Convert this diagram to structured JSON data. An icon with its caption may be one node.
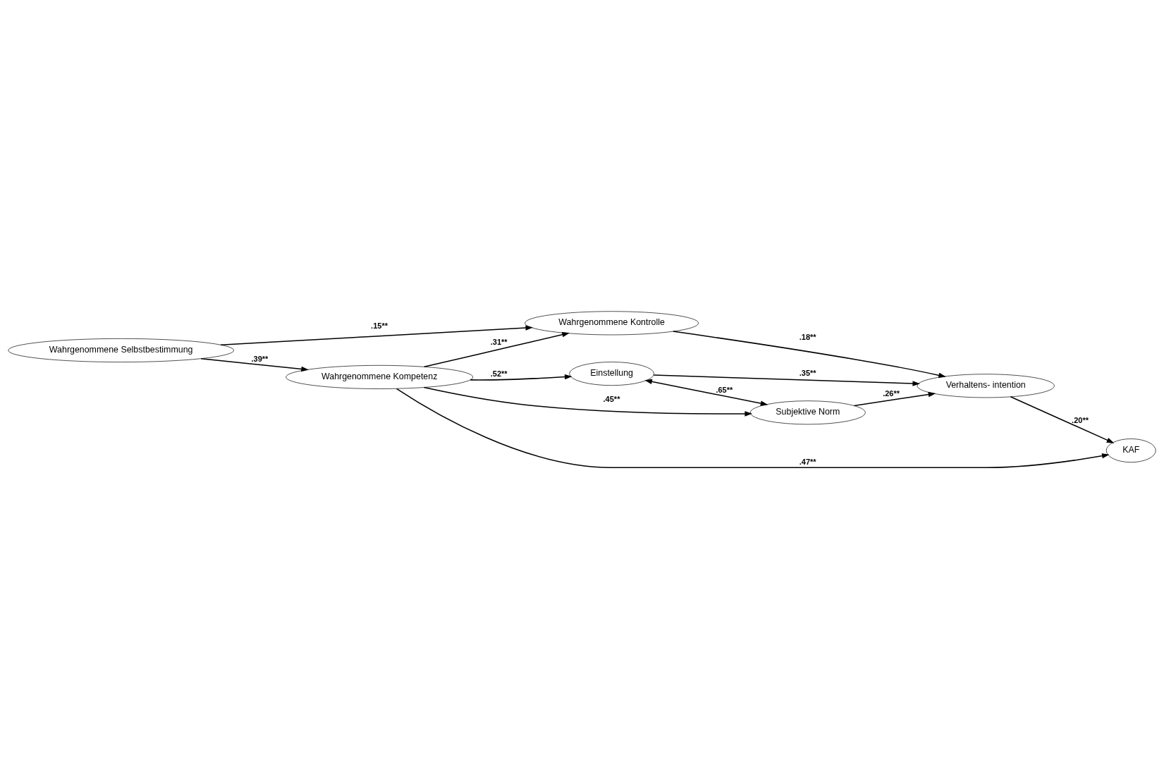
{
  "diagram": {
    "nodes": [
      {
        "text": [
          "Einstellung"
        ]
      },
      {
        "text": [
          "Wahrgenommene Selbstbestimmung"
        ]
      },
      {
        "text": [
          "Subjektive Norm"
        ]
      },
      {
        "text": [
          "Verhaltens- intention"
        ]
      },
      {
        "text": [
          "KAF"
        ]
      },
      {
        "text": [
          "Wahrgenommene Kompetenz"
        ]
      },
      {
        "text": [
          "Wahrgenommene Kontrolle"
        ]
      }
    ],
    "edges": [
      {
        "from": 5,
        "to": 0,
        "arrow": "to",
        "label": ".52**"
      },
      {
        "from": 0,
        "to": 2,
        "arrow": "both",
        "label": ".65**"
      },
      {
        "from": 0,
        "to": 3,
        "arrow": "to",
        "label": ".35**"
      },
      {
        "from": 1,
        "to": 5,
        "arrow": "to",
        "label": ".39**"
      },
      {
        "from": 1,
        "to": 6,
        "arrow": "to",
        "label": ".15**"
      },
      {
        "from": 2,
        "to": 3,
        "arrow": "to",
        "label": ".26**"
      },
      {
        "from": 3,
        "to": 4,
        "arrow": "to",
        "label": ".20**"
      },
      {
        "from": 5,
        "to": 2,
        "arrow": "to",
        "label": ".45**"
      },
      {
        "from": 5,
        "to": 4,
        "arrow": "to",
        "label": ".47**"
      },
      {
        "from": 5,
        "to": 6,
        "arrow": "to",
        "label": ".31**"
      },
      {
        "from": 6,
        "to": 3,
        "arrow": "to",
        "label": ".18**"
      }
    ]
  }
}
